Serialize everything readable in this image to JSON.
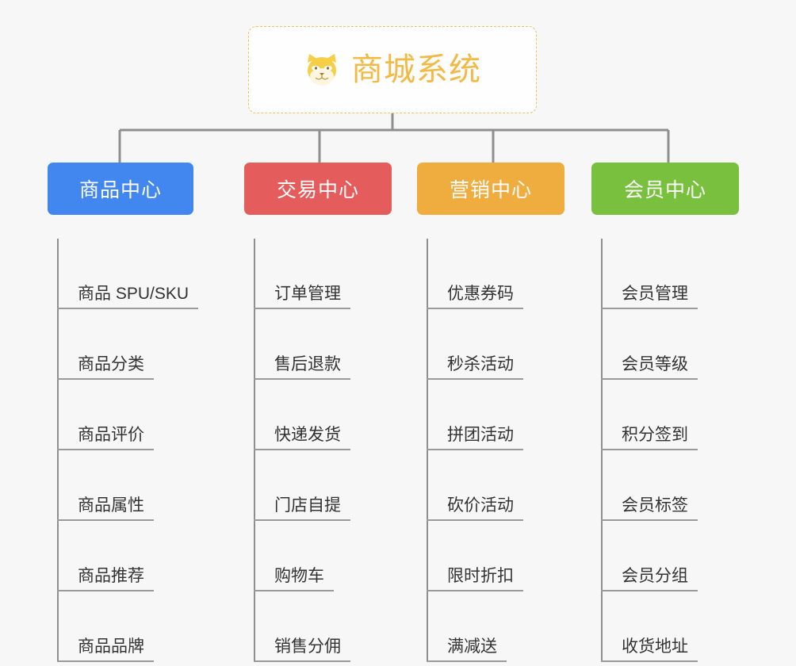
{
  "diagram": {
    "background_color": "#f7f7f7",
    "root": {
      "title": "商城系统",
      "icon": "shiba-dog-icon",
      "text_color": "#f2b944",
      "border_color": "#f0c063",
      "background_color": "#fefefe"
    },
    "connector_color": "#8f8f8f",
    "categories": [
      {
        "label": "商品中心",
        "color": "#4287f0",
        "items": [
          "商品 SPU/SKU",
          "商品分类",
          "商品评价",
          "商品属性",
          "商品推荐",
          "商品品牌"
        ]
      },
      {
        "label": "交易中心",
        "color": "#e45c5c",
        "items": [
          "订单管理",
          "售后退款",
          "快递发货",
          "门店自提",
          "购物车",
          "销售分佣"
        ]
      },
      {
        "label": "营销中心",
        "color": "#eead3e",
        "items": [
          "优惠券码",
          "秒杀活动",
          "拼团活动",
          "砍价活动",
          "限时折扣",
          "满减送"
        ]
      },
      {
        "label": "会员中心",
        "color": "#79c03e",
        "items": [
          "会员管理",
          "会员等级",
          "积分签到",
          "会员标签",
          "会员分组",
          "收货地址"
        ]
      }
    ]
  }
}
